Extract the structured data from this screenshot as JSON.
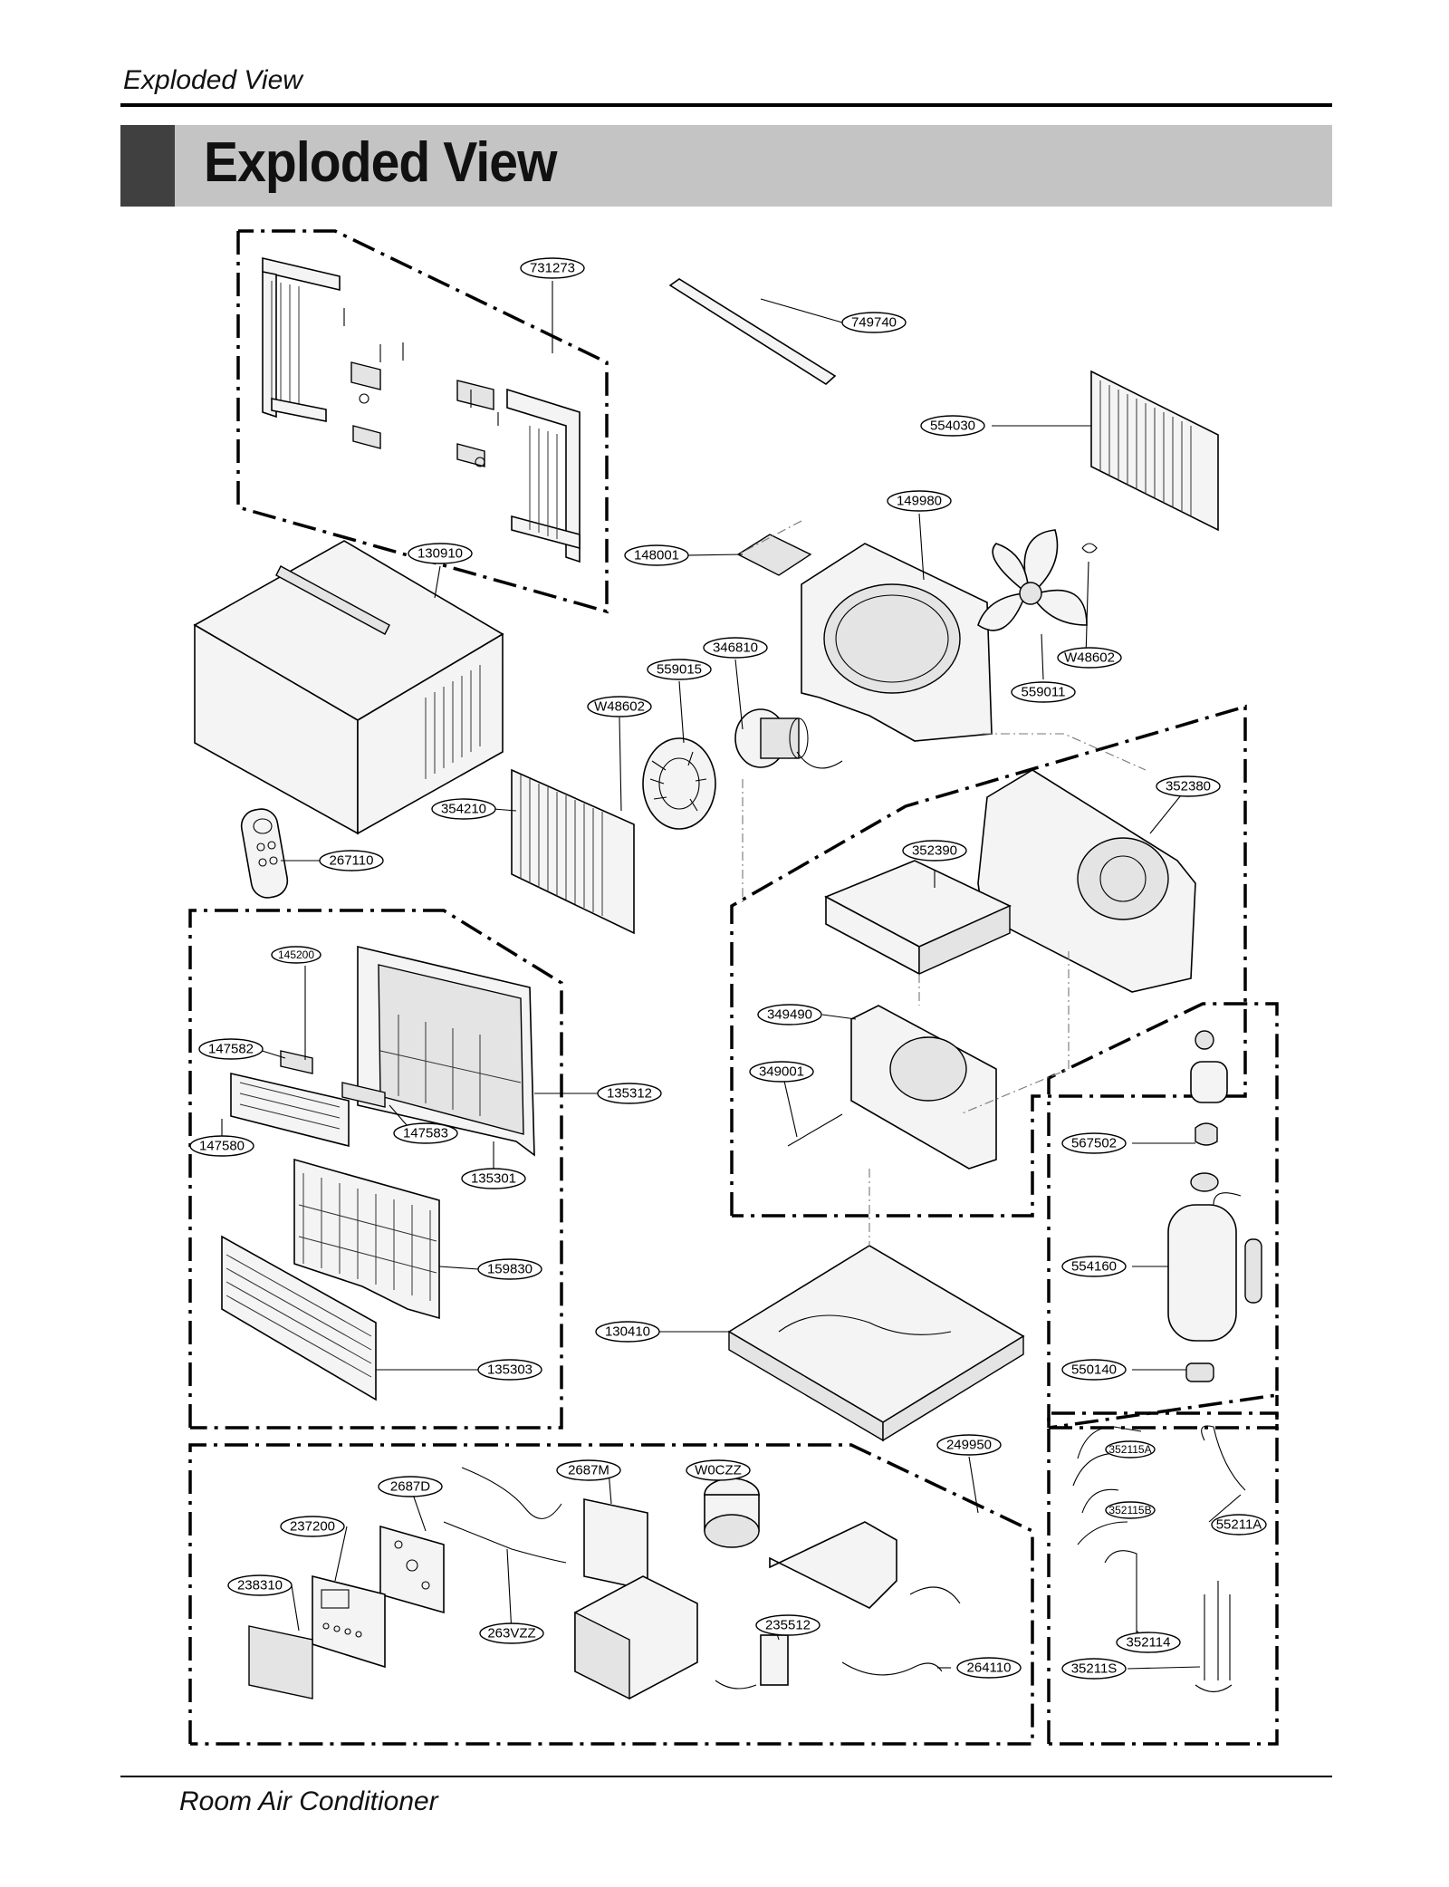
{
  "header": {
    "running_title": "Exploded View",
    "section_title": "Exploded View"
  },
  "footer": {
    "text": "Room Air Conditioner"
  },
  "part_labels": {
    "p731273": "731273",
    "p749740": "749740",
    "p554030": "554030",
    "p149980": "149980",
    "p148001": "148001",
    "p130910": "130910",
    "p346810": "346810",
    "p559015": "559015",
    "pW48602a": "W48602",
    "pW48602b": "W48602",
    "p559011": "559011",
    "p354210": "354210",
    "p267110": "267110",
    "p352380": "352380",
    "p352390": "352390",
    "p145200": "145200",
    "p147582": "147582",
    "p135312": "135312",
    "p147580": "147580",
    "p147583": "147583",
    "p135301": "135301",
    "p349490": "349490",
    "p349001": "349001",
    "p567502": "567502",
    "p159830": "159830",
    "p554160": "554160",
    "p130410": "130410",
    "p135303": "135303",
    "p550140": "550140",
    "p249950": "249950",
    "p2687M": "2687M",
    "pW0CZZ": "W0CZZ",
    "p2687D": "2687D",
    "p352115A": "352115A",
    "p352115B": "352115B",
    "p55211A": "55211A",
    "p237200": "237200",
    "p238310": "238310",
    "p263VZZ": "263VZZ",
    "p235512": "235512",
    "p264110": "264110",
    "p352114": "352114",
    "p35211S": "35211S"
  }
}
